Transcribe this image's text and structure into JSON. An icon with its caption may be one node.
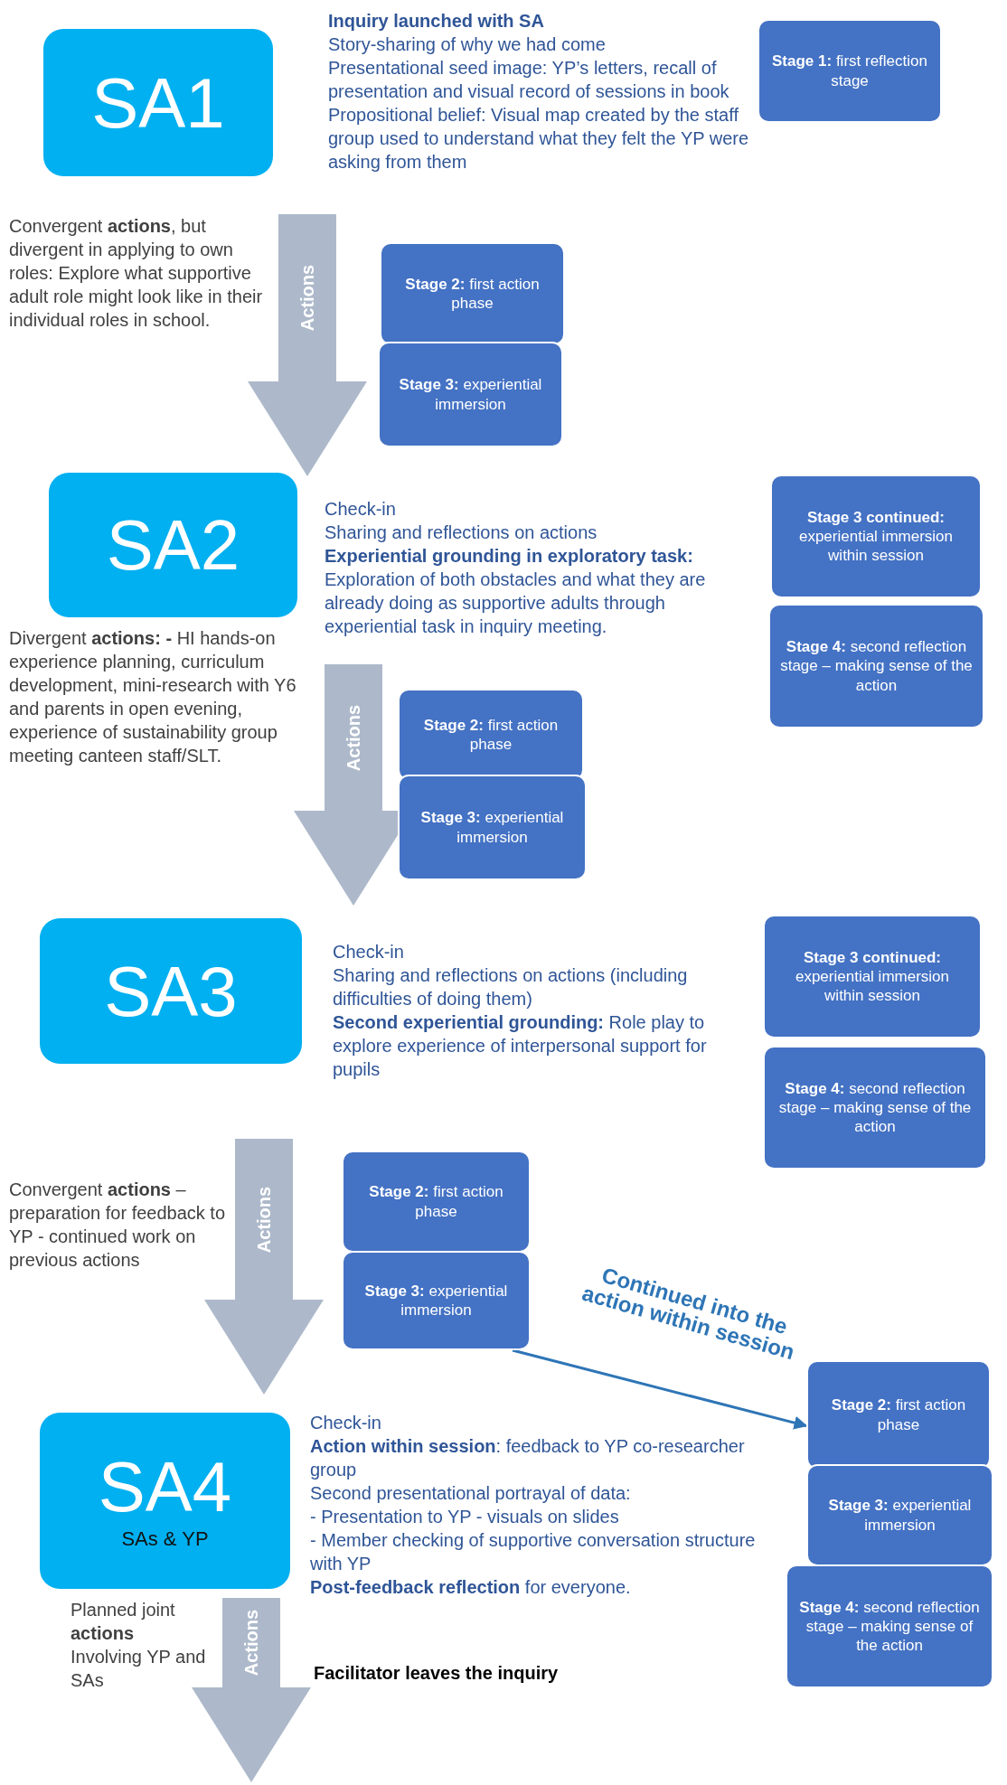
{
  "diagram": {
    "nodes": [
      {
        "text": [
          "SA1"
        ],
        "beside": [
          "**Inquiry launched with SA**",
          "Story-sharing of why we had come",
          "Presentational seed image: YP’s letters, recall of presentation and visual record of sessions in book",
          "Propositional belief:  Visual map created by the staff group used to understand what they felt the YP were asking from them"
        ]
      },
      {
        "text": [
          "**Stage 1:** first reflection stage"
        ]
      },
      {
        "text": [
          "**Stage 2:** first action phase"
        ]
      },
      {
        "text": [
          "**Stage 3:** experiential immersion"
        ]
      },
      {
        "text": [
          "SA2"
        ],
        "beside": [
          "Check-in",
          "Sharing and reflections on actions",
          "**Experiential grounding in exploratory task:**",
          "Exploration of both obstacles and what they are already doing as supportive adults through experiential task in inquiry meeting."
        ]
      },
      {
        "text": [
          "**Stage 3 continued:** experiential immersion within session"
        ]
      },
      {
        "text": [
          "**Stage 4:** second reflection stage – making sense of the action"
        ]
      },
      {
        "text": [
          "**Stage 2:** first action phase"
        ]
      },
      {
        "text": [
          "**Stage 3:** experiential immersion"
        ]
      },
      {
        "text": [
          "SA3"
        ],
        "beside": [
          "Check-in",
          "Sharing and reflections on actions (including difficulties of doing them)",
          "**Second experiential grounding:** Role play to explore experience of interpersonal support for pupils"
        ]
      },
      {
        "text": [
          "**Stage 3 continued:** experiential immersion within session"
        ]
      },
      {
        "text": [
          "**Stage 4:** second reflection stage – making sense of the action"
        ]
      },
      {
        "text": [
          "**Stage 2:** first action phase"
        ]
      },
      {
        "text": [
          "**Stage 3:** experiential immersion"
        ]
      },
      {
        "text": [
          "SA4",
          "SAs & YP"
        ],
        "beside": [
          "Check-in",
          "**Action within session**: feedback to YP co-researcher group",
          "Second presentational portrayal of data:",
          "- Presentation to YP - visuals on slides",
          "- Member checking of supportive conversation structure with YP",
          "**Post-feedback reflection** for everyone."
        ]
      },
      {
        "text": [
          "**Stage 2:** first action phase"
        ]
      },
      {
        "text": [
          "**Stage 3:** experiential immersion"
        ]
      },
      {
        "text": [
          "**Stage 4:** second reflection stage – making sense of the action"
        ]
      }
    ],
    "edges": [
      {
        "from": 0,
        "to": 4,
        "arrow": "to",
        "label": "Actions",
        "style": "thick"
      },
      {
        "from": 4,
        "to": 9,
        "arrow": "to",
        "label": "Actions",
        "style": "thick"
      },
      {
        "from": 9,
        "to": 14,
        "arrow": "to",
        "label": "Actions",
        "style": "thick"
      },
      {
        "from": 14,
        "to": null,
        "arrow": "to",
        "label": "Actions",
        "style": "thick"
      },
      {
        "from": 13,
        "to": 15,
        "arrow": "to",
        "label": "Continued into the action within session",
        "color": "#2e75b6"
      }
    ],
    "labels": [
      "Convergent **actions**, but divergent in applying to own roles: Explore what supportive adult role might look like in their individual roles in school.",
      "Divergent **actions:** **-** HI hands-on experience planning, curriculum development,  mini-research with Y6 and parents in open evening, experience of sustainability group meeting canteen staff/SLT.",
      "Convergent **actions** – preparation for feedback to YP - continued work on previous actions",
      "Planned joint **actions** Involving YP and SAs",
      "Facilitator leaves the inquiry"
    ]
  }
}
